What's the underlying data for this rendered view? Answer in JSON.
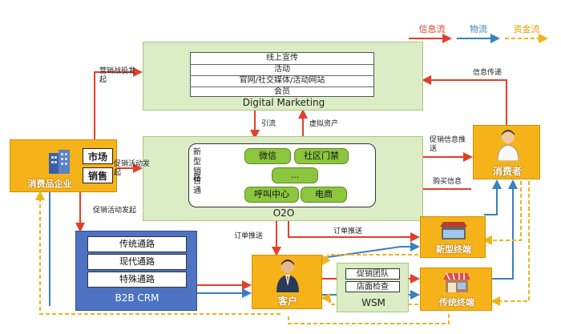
{
  "legend": [
    {
      "label": "信息流",
      "color": "#e0402a"
    },
    {
      "label": "物流",
      "color": "#3a7fbf"
    },
    {
      "label": "资金流",
      "color": "#f2b31a"
    }
  ],
  "digital_marketing": {
    "items": [
      "线上宣传",
      "活动",
      "官网/社交媒体/活动网站",
      "会员"
    ],
    "caption": "Digital Marketing"
  },
  "o2o": {
    "caption": "O2O",
    "side_label_lines": [
      "新",
      "型",
      "销",
      "售",
      "通",
      "路"
    ],
    "channels": [
      "微信",
      "社区门禁",
      "...",
      "呼叫中心",
      "电商"
    ]
  },
  "enterprise": {
    "label": "消费品企业",
    "tags": [
      "市场",
      "销售"
    ]
  },
  "consumer": {
    "label": "消费者"
  },
  "customer": {
    "label": "客户"
  },
  "new_terminal": {
    "label": "新型终端"
  },
  "traditional_terminal": {
    "label": "传统终端"
  },
  "b2b_crm": {
    "items": [
      "传统通路",
      "现代通路",
      "特殊通路"
    ],
    "caption": "B2B CRM"
  },
  "wsm": {
    "items": [
      "促销团队",
      "店面检查"
    ],
    "caption": "WSM"
  },
  "flow_labels": {
    "marketing_campaign": [
      "营销战役发",
      "起"
    ],
    "promo_campaign": [
      "促销活动发",
      "起"
    ],
    "promo_campaign2": "促销活动发起",
    "info_transfer": "信息传递",
    "traffic": "引流",
    "virtual_assets": "虚拟资产",
    "promo_push": [
      "促销信息推",
      "送"
    ],
    "purchase_info": "购买信息",
    "order_push_left": "订单推送",
    "order_push_right": "订单推送"
  }
}
